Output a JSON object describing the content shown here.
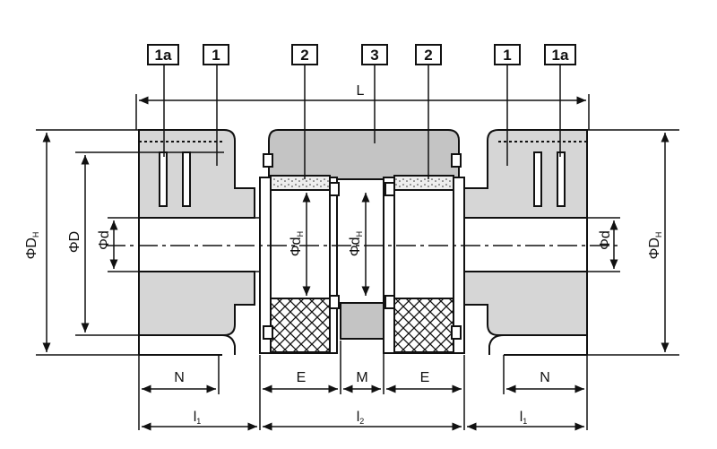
{
  "callouts": {
    "hub_bore_left": "1a",
    "hub_left": "1",
    "sleeve_left": "2",
    "center": "3",
    "sleeve_right": "2",
    "hub_right": "1",
    "hub_bore_right": "1a"
  },
  "dimensions": {
    "overall_length": "L",
    "outer_dia_left": "ΦD",
    "outer_dia_left_sub": "H",
    "outer_dia_right": "ΦD",
    "outer_dia_right_sub": "H",
    "hub_dia": "ΦD",
    "bore_left": "Φd",
    "bore_right": "Φd",
    "inner_left": "Φd",
    "inner_left_sub": "H",
    "inner_right": "Φd",
    "inner_right_sub": "H",
    "n_left": "N",
    "n_right": "N",
    "e_left": "E",
    "e_right": "E",
    "m": "M",
    "l1_left": "l",
    "l1_left_sub": "1",
    "l2": "l",
    "l2_sub": "2",
    "l1_right": "l",
    "l1_right_sub": "1"
  },
  "colors": {
    "line": "#111111",
    "fill_part": "#d6d6d6",
    "fill_dark": "#c4c4c4"
  }
}
